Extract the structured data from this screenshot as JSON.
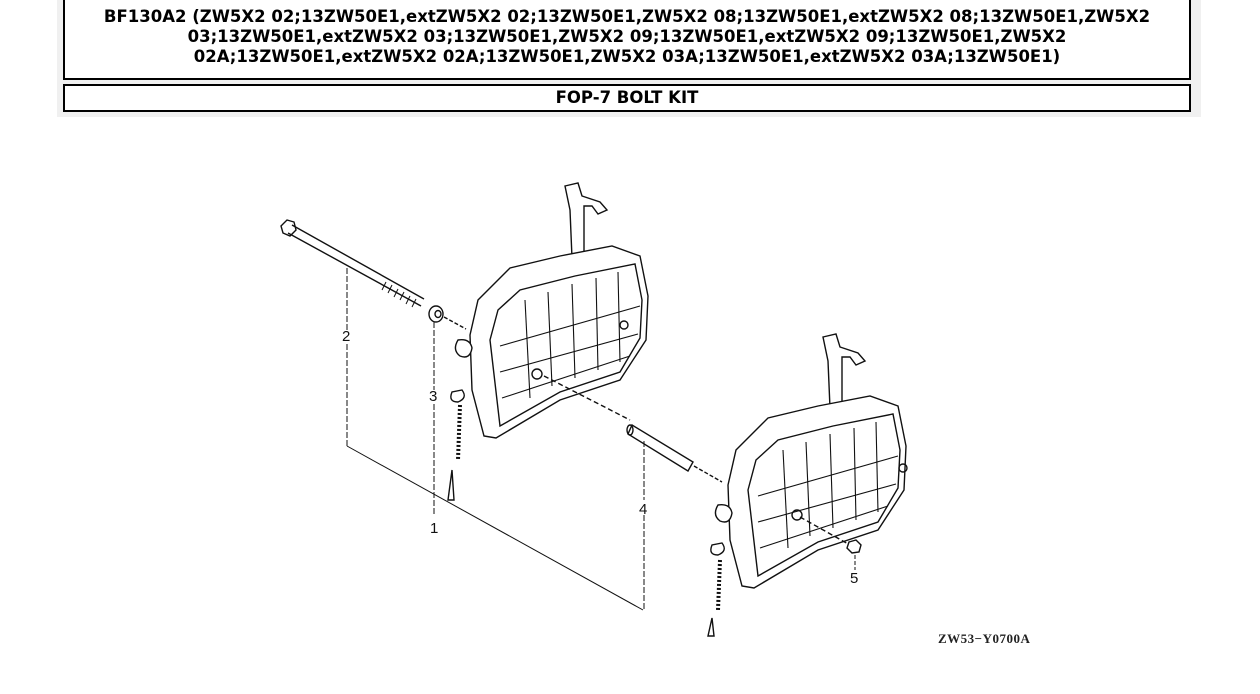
{
  "header": {
    "model_line": "BF130A2 (ZW5X2 02;13ZW50E1,extZW5X2 02;13ZW50E1,ZW5X2 08;13ZW50E1,extZW5X2 08;13ZW50E1,ZW5X2 03;13ZW50E1,extZW5X2 03;13ZW50E1,ZW5X2 09;13ZW50E1,extZW5X2 09;13ZW50E1,ZW5X2 02A;13ZW50E1,extZW5X2 02A;13ZW50E1,ZW5X2 03A;13ZW50E1,extZW5X2 03A;13ZW50E1)",
    "section_title": "FOP-7 BOLT KIT"
  },
  "diagram": {
    "callouts": [
      {
        "label": "1"
      },
      {
        "label": "2"
      },
      {
        "label": "3"
      },
      {
        "label": "4"
      },
      {
        "label": "5"
      }
    ],
    "drawing_code": "ZW53−Y0700A"
  }
}
